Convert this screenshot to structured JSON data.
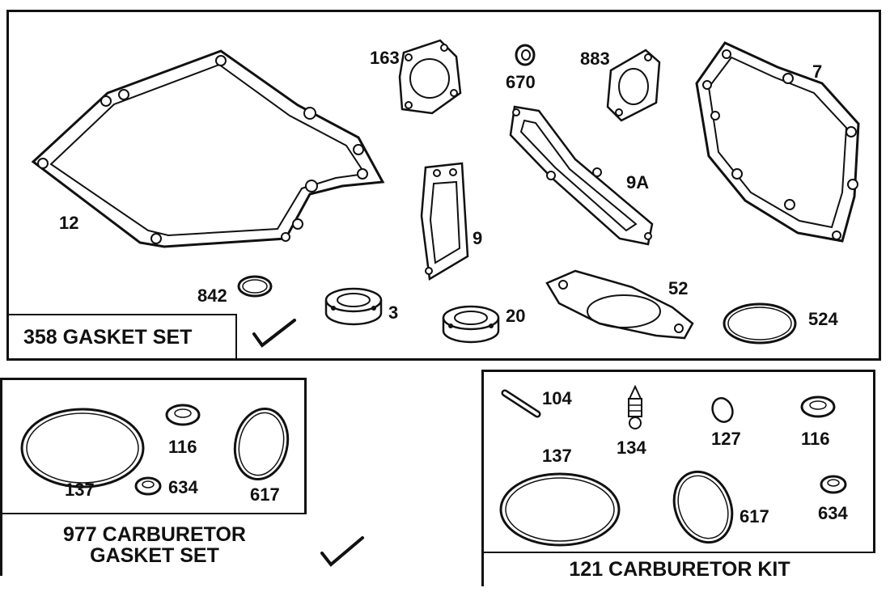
{
  "panels": {
    "gasket_set": {
      "title": "358 GASKET SET",
      "parts": {
        "p12": "12",
        "p163": "163",
        "p670": "670",
        "p883": "883",
        "p7": "7",
        "p9": "9",
        "p9a": "9A",
        "p842": "842",
        "p3": "3",
        "p20": "20",
        "p52": "52",
        "p524": "524"
      }
    },
    "carb_gasket_set": {
      "title_line1": "977 CARBURETOR",
      "title_line2": "GASKET SET",
      "parts": {
        "p137": "137",
        "p116": "116",
        "p634": "634",
        "p617": "617"
      }
    },
    "carb_kit": {
      "title": "121 CARBURETOR KIT",
      "parts": {
        "p104": "104",
        "p134": "134",
        "p127": "127",
        "p116": "116",
        "p137": "137",
        "p617": "617",
        "p634": "634"
      }
    }
  },
  "colors": {
    "ink": "#111111",
    "background": "#ffffff"
  },
  "icons": {
    "checkmark": "check-mark-icon"
  }
}
